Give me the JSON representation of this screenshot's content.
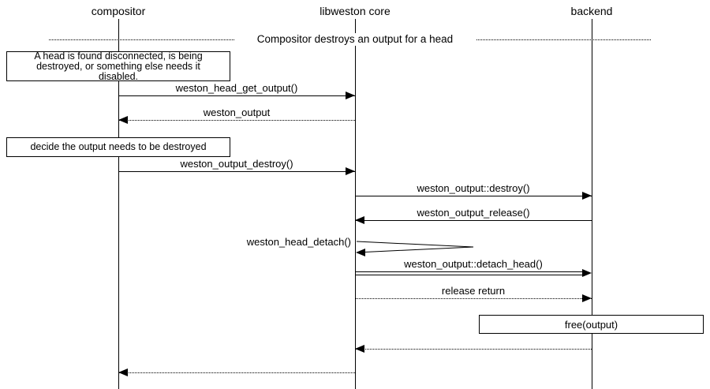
{
  "participants": [
    {
      "name": "compositor"
    },
    {
      "name": "libweston core"
    },
    {
      "name": "backend"
    }
  ],
  "divider": {
    "label": "Compositor destroys an output for a head"
  },
  "notes": {
    "head_disconnected": "A head is found disconnected, is being destroyed, or something else needs it disabled.",
    "decide_destroy": "decide the output needs to be destroyed",
    "free_output": "free(output)"
  },
  "messages": [
    {
      "label": "weston_head_get_output()",
      "from": "compositor",
      "to": "libweston core",
      "line": "solid"
    },
    {
      "label": "weston_output",
      "from": "libweston core",
      "to": "compositor",
      "line": "dotted"
    },
    {
      "label": "weston_output_destroy()",
      "from": "compositor",
      "to": "libweston core",
      "line": "solid"
    },
    {
      "label": "weston_output::destroy()",
      "from": "libweston core",
      "to": "backend",
      "line": "solid"
    },
    {
      "label": "weston_output_release()",
      "from": "backend",
      "to": "libweston core",
      "line": "solid"
    },
    {
      "label": "weston_head_detach()",
      "from": "libweston core",
      "to": "libweston core",
      "line": "self"
    },
    {
      "label": "weston_output::detach_head()",
      "from": "libweston core",
      "to": "backend",
      "line": "double"
    },
    {
      "label": "release return",
      "from": "libweston core",
      "to": "backend",
      "line": "dotted"
    },
    {
      "label": "",
      "from": "backend",
      "to": "libweston core",
      "line": "dotted"
    },
    {
      "label": "",
      "from": "libweston core",
      "to": "compositor",
      "line": "dotted"
    }
  ],
  "colors": {
    "foreground": "#000000",
    "background": "#ffffff"
  }
}
